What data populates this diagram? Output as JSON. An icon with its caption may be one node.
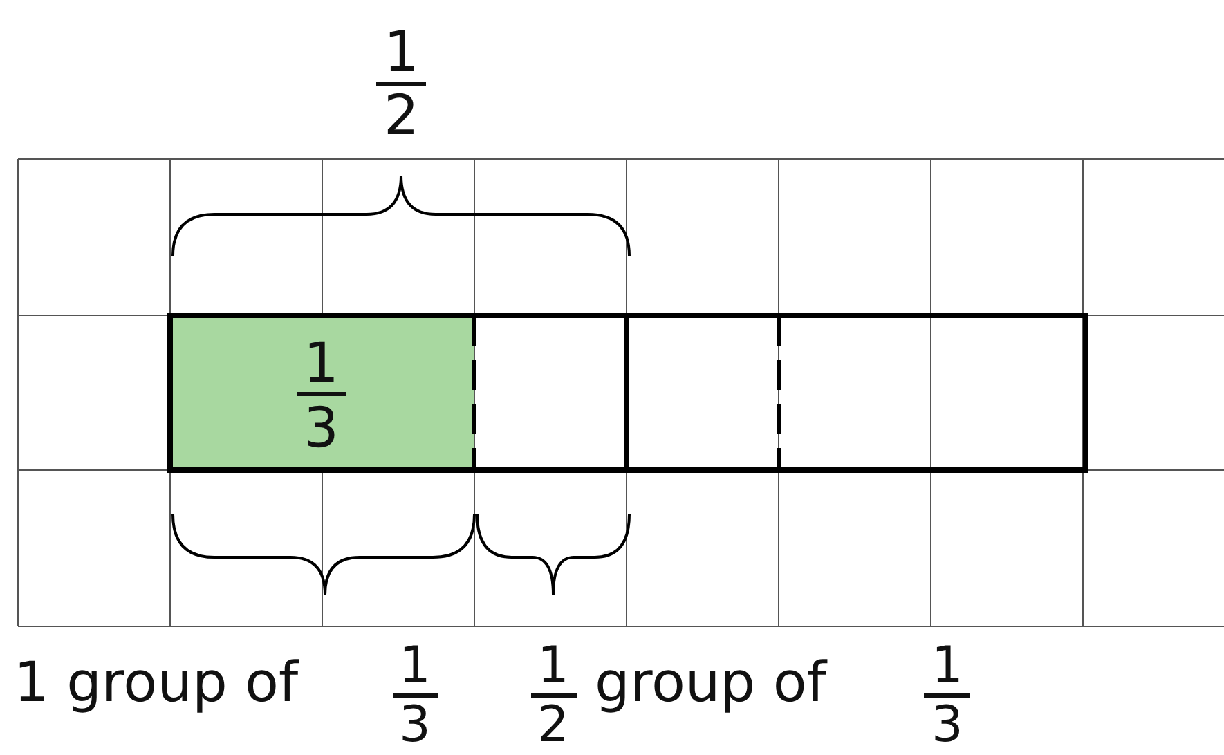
{
  "diagram": {
    "labels": [
      "1",
      "2",
      "1",
      "3",
      "1 group of",
      "1",
      "3",
      "1",
      "2",
      "group of",
      "1",
      "3"
    ]
  }
}
